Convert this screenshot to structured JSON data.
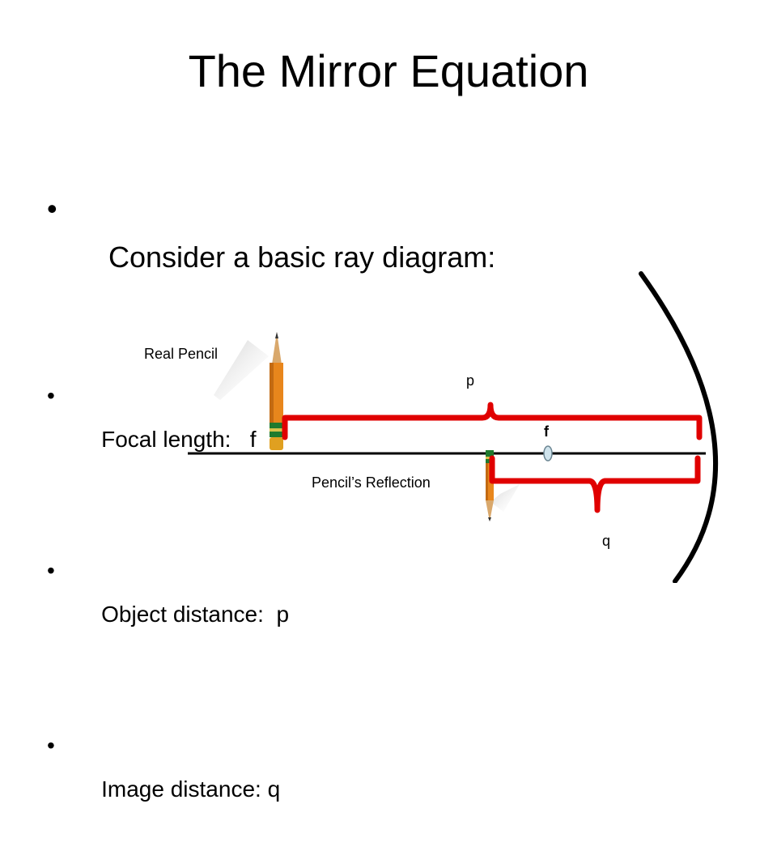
{
  "slide": {
    "title": "The Mirror Equation",
    "bullets": [
      {
        "dot": "•",
        "text": "Consider a basic ray diagram:"
      },
      {
        "dot": "•",
        "text": "Focal length:   f"
      },
      {
        "dot": "•",
        "text": "Object distance:  p"
      },
      {
        "dot": "•",
        "text": "Image distance: q"
      }
    ]
  },
  "diagram": {
    "labels": {
      "real_pencil": "Real Pencil",
      "reflection": "Pencil’s Reflection",
      "p": "p",
      "q": "q",
      "f": "f"
    },
    "colors": {
      "bracket": "#e00000",
      "axis": "#000000",
      "mirror": "#000000",
      "pencil_body": "#e8861c",
      "focal_point": "#cfe3ec"
    }
  }
}
